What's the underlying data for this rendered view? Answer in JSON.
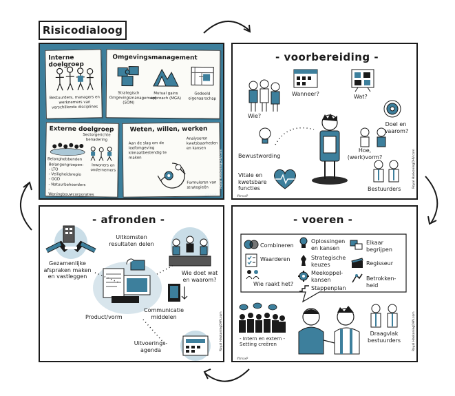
{
  "title": "Risicodialoog",
  "signature": "Royal HaskoningDHV.com",
  "corner_mark": "ifitmaxP",
  "colors": {
    "accent": "#3d7f9c",
    "dark": "#1a1a1a",
    "teal": "#5d95b0"
  },
  "panel1": {
    "interne": {
      "title": "Interne doelgroep",
      "desc": "Bestuurders, managers en werknemers van verschillende disciplines"
    },
    "omgeving": {
      "title": "Omgevingsmanagement",
      "items": [
        "Strategisch Omgevingsmanagement (SOM)",
        "Mutual gains approach (MGA)",
        "Gedeeld eigenaarschap"
      ]
    },
    "externe": {
      "title": "Externe doelgroep",
      "sector": "Sectorgerichte benadering",
      "belang": "Belanghebbenden",
      "list": [
        "Belangengroepen:",
        "- LTO",
        "- Veiligheidsregio",
        "- GGD",
        "- Natuurbeheerders",
        "- Woningbouwcorporaties"
      ],
      "inwoners": "Inwoners en ondernemers"
    },
    "weten": {
      "title": "Weten, willen, werken",
      "left": "Aan de slag om de leefomgeving klimaatbestendig te maken",
      "right_top": "Analyseren kwetsbaarheden en kansen",
      "right_bottom": "Formuleren van strategieën"
    }
  },
  "panel2": {
    "heading": "- voorbereiding -",
    "wie": "Wie?",
    "wanneer": "Wanneer?",
    "wat": "Wat?",
    "doel": "Doel en waarom?",
    "hoe": "Hoe, (werk)vorm?",
    "bewust": "Bewustwording",
    "vitale": "Vitale en kwetsbare functies",
    "bestuurders": "Bestuurders"
  },
  "panel3": {
    "heading": "- afronden -",
    "uitkomsten": "Uitkomsten resultaten delen",
    "gezamenlijke": "Gezamenlijke afspraken maken en vastleggen",
    "wie_doet": "Wie doet wat en waarom?",
    "product": "Product/vorm",
    "communicatie": "Communicatie middelen",
    "uitvoering": "Uitvoerings-agenda"
  },
  "panel4": {
    "heading": "- voeren -",
    "bubble": {
      "combineren": "Combineren",
      "waarderen": "Waarderen",
      "wie_raakt": "Wie raakt het?",
      "oplossingen": "Oplossingen en kansen",
      "strategische": "Strategische keuzes",
      "meekoppel": "Meekoppel-kansen",
      "stappenplan": "Stappenplan",
      "elkaar": "Elkaar begrijpen",
      "regisseur": "Regisseur",
      "betrokkenheid": "Betrokken-heid"
    },
    "intern": "- Intern en extern - Setting creëren",
    "draagvlak": "Draagvlak bestuurders"
  }
}
